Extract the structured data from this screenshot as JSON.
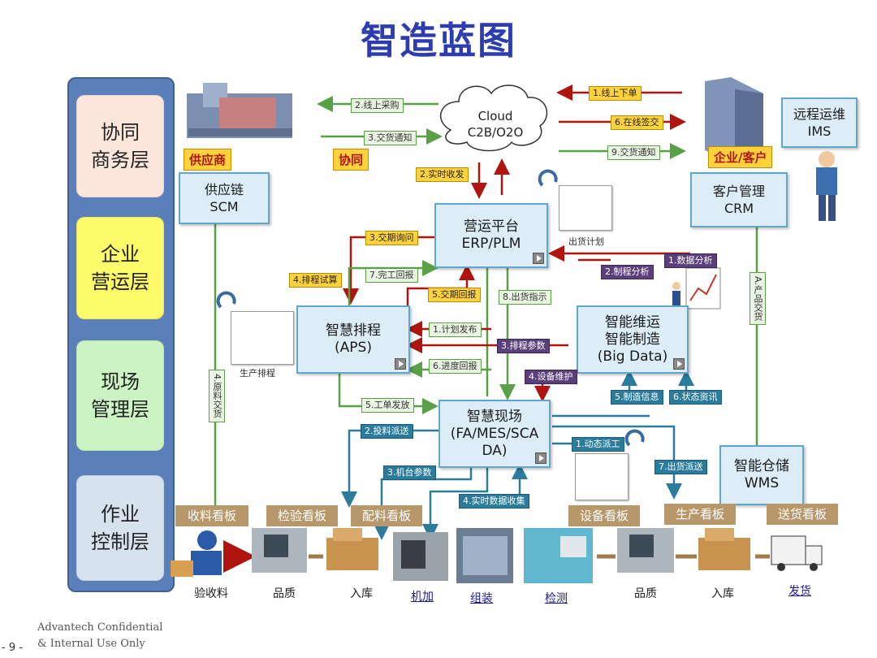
{
  "title": "智造蓝图",
  "layers": [
    "协同\n商务层",
    "企业\n营运层",
    "现场\n管理层",
    "作业\n控制层"
  ],
  "colors": {
    "layer_pink": "#fde6dc",
    "layer_yellow": "#fdfb6a",
    "layer_green": "#ccf3c2",
    "layer_blue": "#d6e3ef",
    "green_flow": "#59a046",
    "red_flow": "#b0140e",
    "blue_flow": "#2b7b9d"
  },
  "cloud": "Cloud\nC2B/O2O",
  "tags": {
    "supplier": "供应商",
    "collab": "协同",
    "enterprise": "企业/客户"
  },
  "systems": {
    "scm": "供应链\nSCM",
    "crm": "客户管理\nCRM",
    "ims": "远程运维\nIMS",
    "erp": "营运平台\nERP/PLM",
    "aps": "智慧排程\n(APS)",
    "bigdata": "智能维运\n智能制造\n(Big Data)",
    "mes": "智慧现场\n(FA/MES/SCA\nDA)",
    "wms": "智能仓储\nWMS"
  },
  "captions": {
    "ship_plan": "出货计划",
    "prod_sched": "生产排程"
  },
  "flows": {
    "f1": "1.线上下单",
    "f2": "2.线上采购",
    "f3": "3.交货通知",
    "f6": "6.在线签交",
    "f9": "9.交货通知",
    "rt": "2.实时收发",
    "due_inq": "3.交期询问",
    "sched_calc": "4.排程试算",
    "done_rep": "7.完工回报",
    "due_rep": "5.交期回报",
    "ship_ins": "8.出货指示",
    "plan_pub": "1.计划发布",
    "sched_param": "3.排程参数",
    "prog_rep": "6.进度回报",
    "dev_maint": "4.设备维护",
    "data_anal": "1.数据分析",
    "proc_anal": "2.制程分析",
    "mfg_info": "5.制造信息",
    "state_info": "6.状态资讯",
    "wo_issue": "5.工单发放",
    "mat_dispatch": "2.投料派送",
    "machine_param": "3.机台参数",
    "rt_collect": "4.实时数据收集",
    "dyn_dispatch": "1.动态派工",
    "ship_dispatch": "7.出货派送",
    "raw_delivery": "4.原料交货",
    "prod_delivery": "A.产品交货"
  },
  "kanbans": [
    "收料看板",
    "检验看板",
    "配料看板",
    "设备看板",
    "生产看板",
    "送货看板"
  ],
  "ops": [
    "验收料",
    "品质",
    "入库",
    "机加",
    "组装",
    "检测",
    "品质",
    "入库",
    "发货"
  ],
  "footer": {
    "page": "- 9 -",
    "conf": "Advantech Confidential\n& Internal Use Only"
  }
}
